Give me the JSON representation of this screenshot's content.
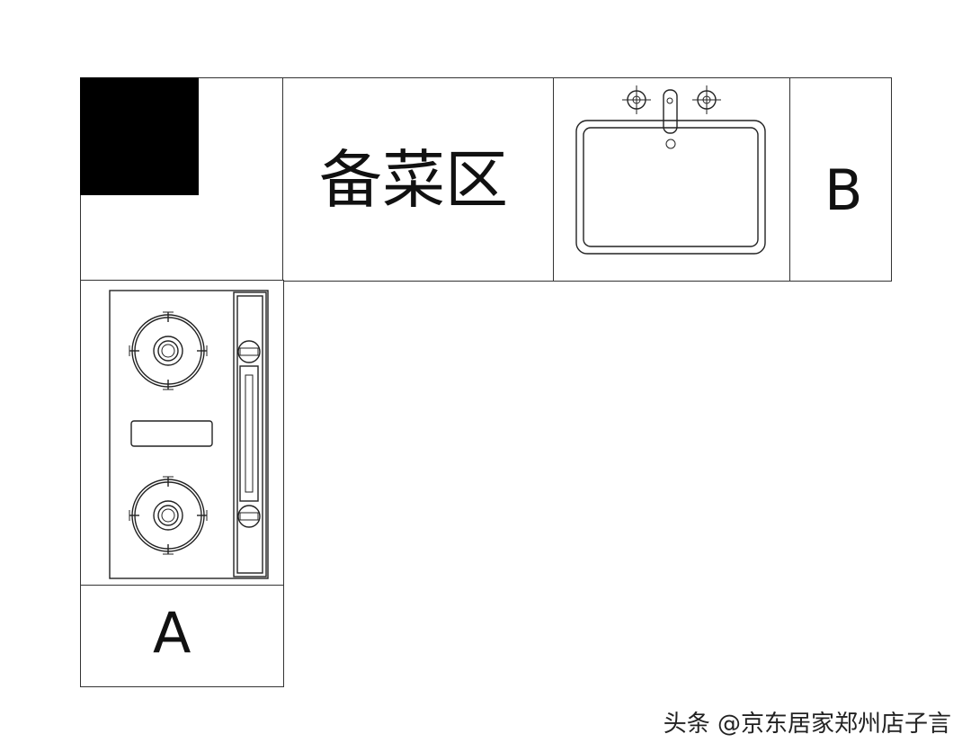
{
  "labels": {
    "prep_area": "备菜区",
    "cabinet_a": "A",
    "cabinet_b": "B"
  },
  "watermark": "头条 @京东居家郑州店子言",
  "colors": {
    "line": "#333333",
    "fill_block": "#000000",
    "background": "#ffffff"
  },
  "icons": {
    "sink": "sink-icon",
    "faucet": "faucet-icon",
    "stove": "gas-stove-icon",
    "corner": "corner-cabinet-block"
  }
}
